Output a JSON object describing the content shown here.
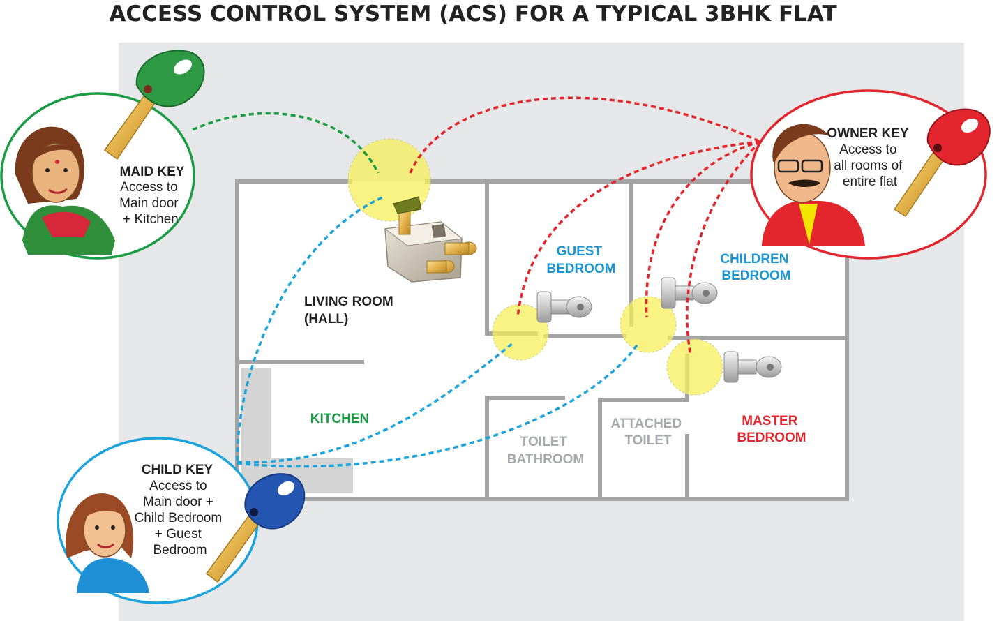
{
  "title": "ACCESS CONTROL SYSTEM (ACS) FOR A TYPICAL 3BHK FLAT",
  "colors": {
    "maid": "#1a9c45",
    "owner": "#e3262d",
    "child": "#1aa3dc",
    "guest_label": "#1a96d6",
    "master_label": "#e3262d",
    "kitchen_label": "#1a9c45",
    "plan_bg": "#e6e7e8",
    "wall": "#a4a4a4",
    "lock_zone": "#f6ef5a"
  },
  "rooms": {
    "living": [
      "LIVING ROOM",
      "(HALL)"
    ],
    "kitchen": [
      "KITCHEN"
    ],
    "guest": [
      "GUEST",
      "BEDROOM"
    ],
    "children": [
      "CHILDREN",
      "BEDROOM"
    ],
    "toilet": [
      "TOILET",
      "BATHROOM"
    ],
    "attached": [
      "ATTACHED",
      "TOILET"
    ],
    "master": [
      "MASTER",
      "BEDROOM"
    ]
  },
  "keys": {
    "maid": {
      "title": "MAID KEY",
      "lines": [
        "Access to",
        "Main door",
        "+ Kitchen"
      ],
      "key_color": "green-key-icon"
    },
    "owner": {
      "title": "OWNER KEY",
      "lines": [
        "Access to",
        "all rooms of",
        "entire flat"
      ],
      "key_color": "red-key-icon"
    },
    "child": {
      "title": "CHILD KEY",
      "lines": [
        "Access to",
        "Main door +",
        "Child Bedroom",
        "+ Guest",
        "Bedroom"
      ],
      "key_color": "blue-key-icon"
    }
  }
}
